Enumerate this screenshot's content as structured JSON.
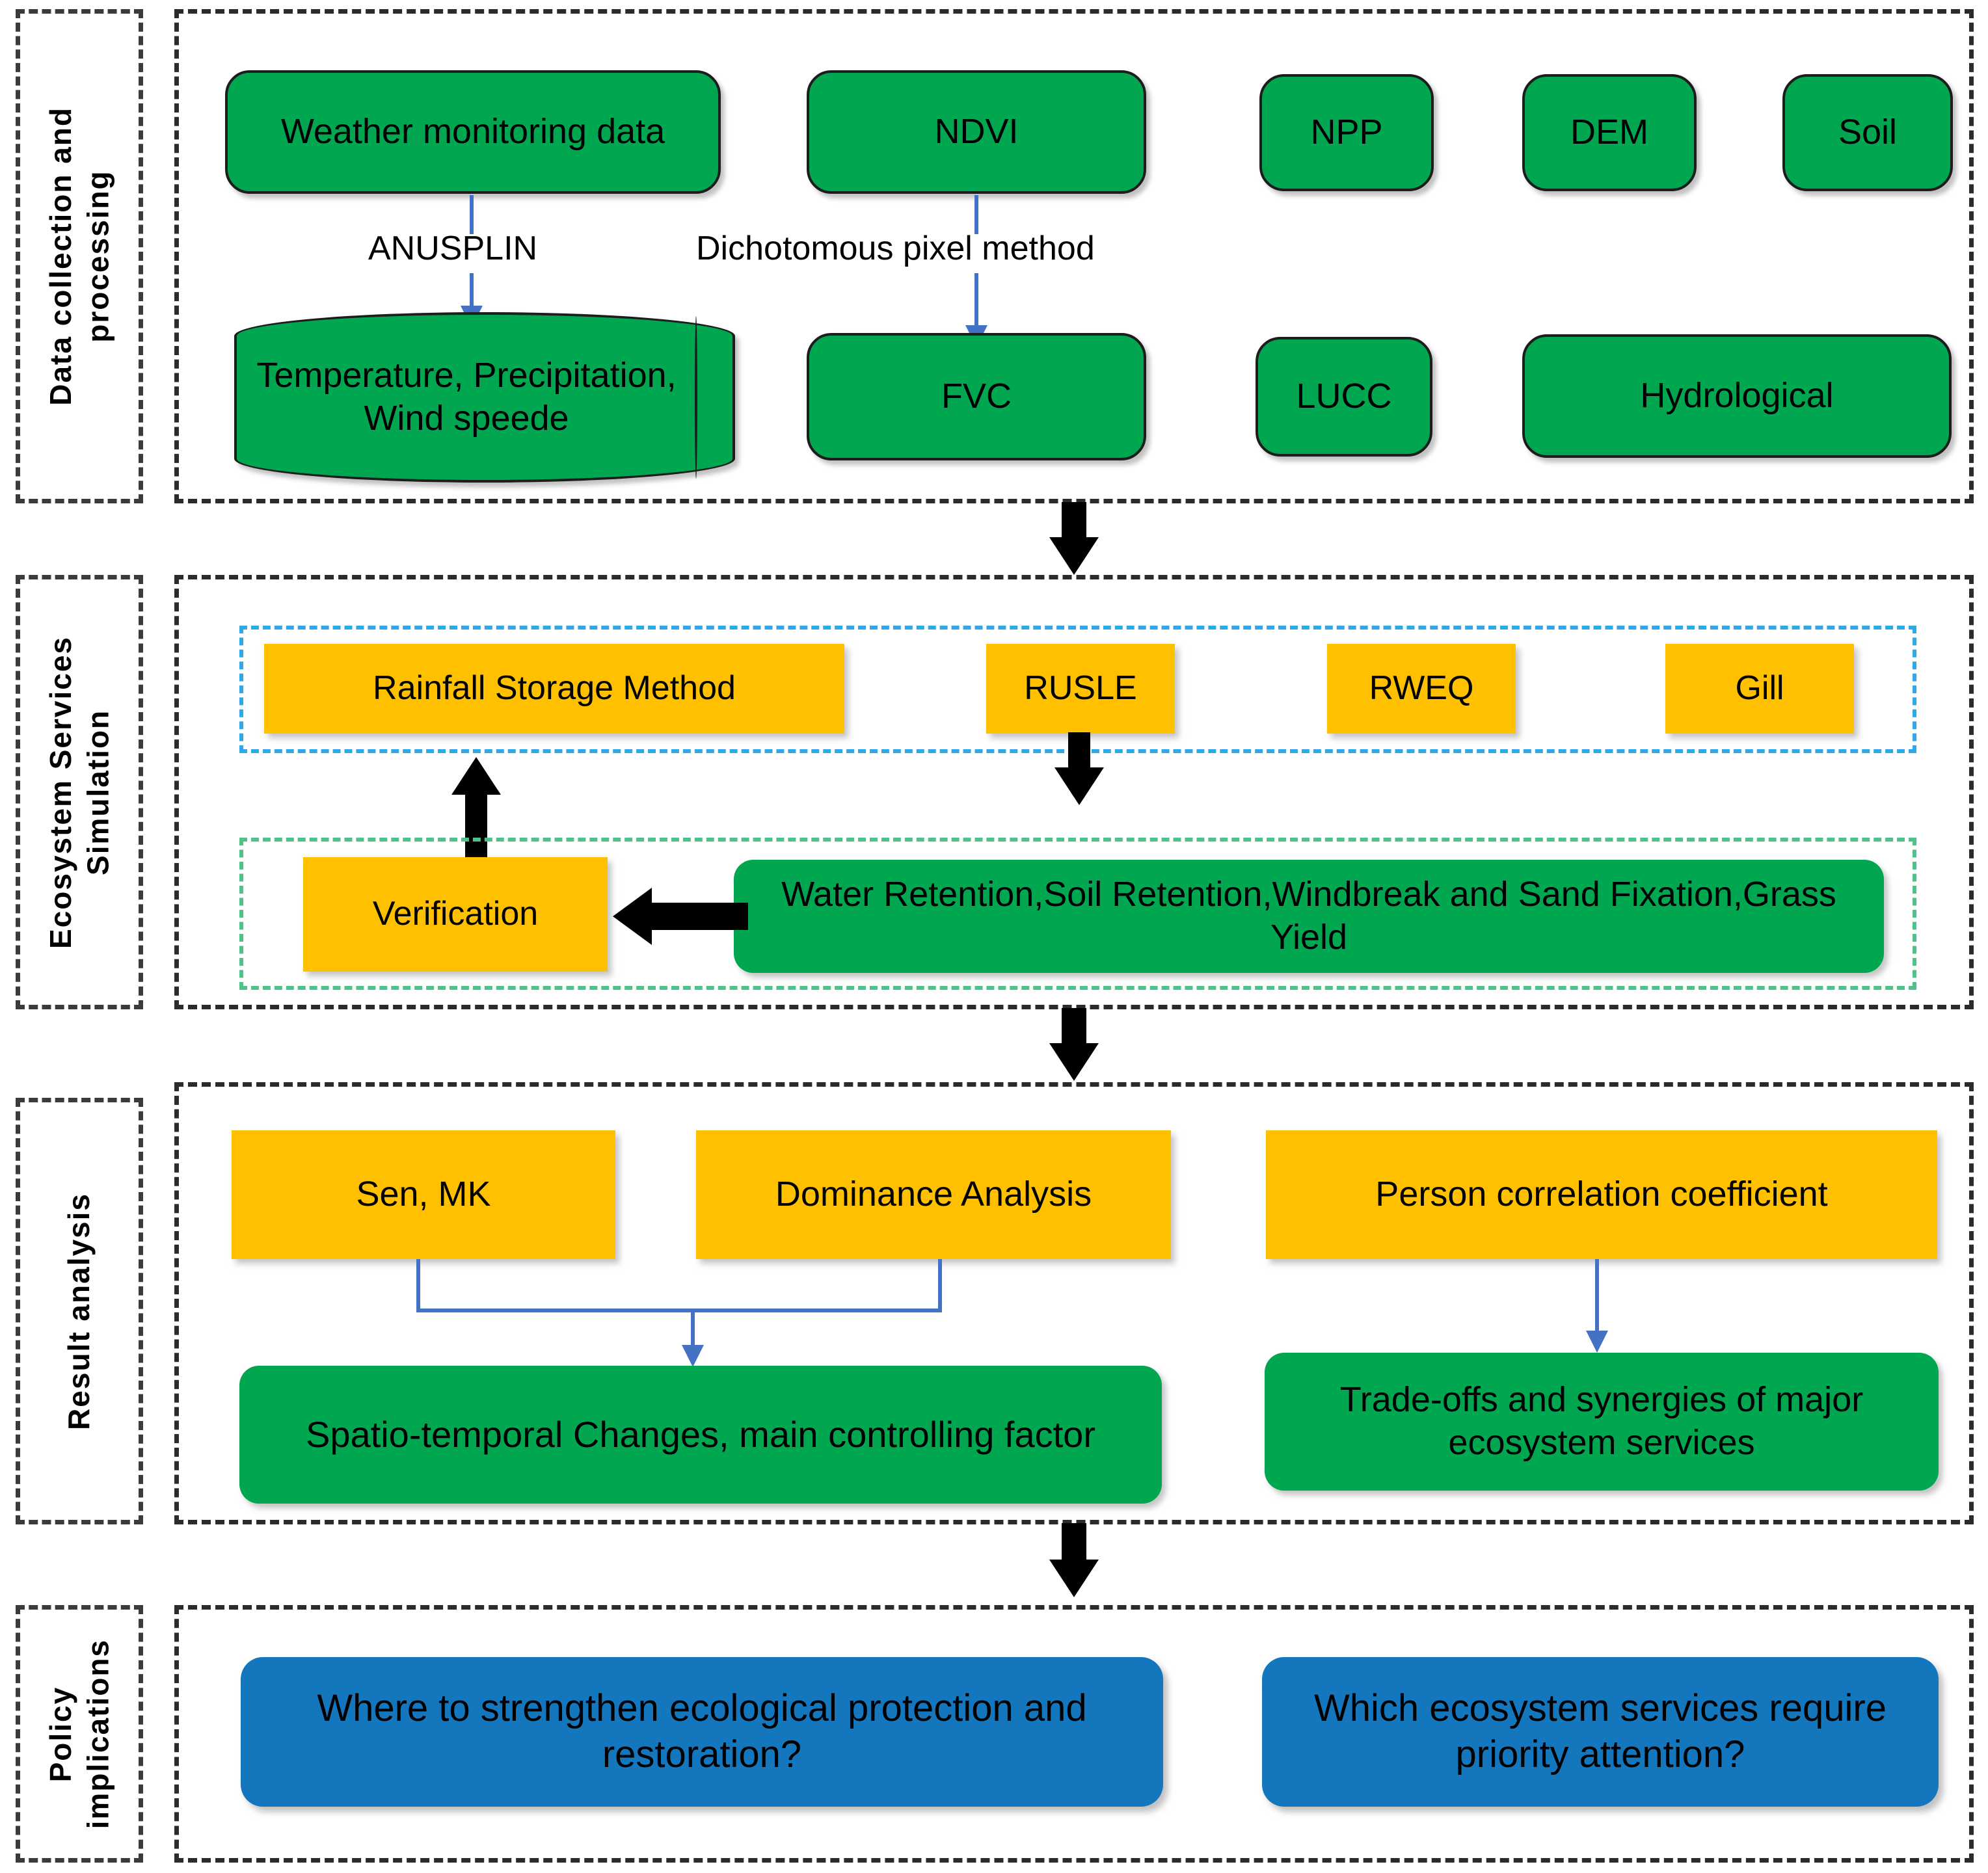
{
  "diagram": {
    "title": "Research framework flowchart",
    "colors": {
      "green": "#00A650",
      "yellow": "#FFC000",
      "blue": "#1476BC",
      "connector_blue": "#4372C4",
      "subframe_blue": "#2FA8E8",
      "subframe_green": "#4FC287",
      "frame_dash": "#2b2b2b"
    }
  },
  "sections": [
    {
      "id": "data",
      "label": "Data collection and\nprocessing"
    },
    {
      "id": "simulation",
      "label": "Ecosystem Services\nSimulation"
    },
    {
      "id": "results",
      "label": "Result analysis"
    },
    {
      "id": "policy",
      "label": "Policy\nimplications"
    }
  ],
  "data_section": {
    "row1": [
      {
        "label": "Weather monitoring data"
      },
      {
        "label": "NDVI"
      },
      {
        "label": "NPP"
      },
      {
        "label": "DEM"
      },
      {
        "label": "Soil"
      }
    ],
    "row2": [
      {
        "label": "Temperature, Precipitation,  Wind speede"
      },
      {
        "label": "FVC"
      },
      {
        "label": "LUCC"
      },
      {
        "label": "Hydrological"
      }
    ],
    "connectors": [
      {
        "label": "ANUSPLIN"
      },
      {
        "label": "Dichotomous pixel method"
      }
    ]
  },
  "simulation_section": {
    "methods": [
      {
        "label": "Rainfall Storage Method"
      },
      {
        "label": "RUSLE"
      },
      {
        "label": "RWEQ"
      },
      {
        "label": "Gill"
      }
    ],
    "outputs": [
      {
        "label": "Verification"
      },
      {
        "label": "Water Retention,Soil Retention,Windbreak and Sand Fixation,Grass Yield"
      }
    ]
  },
  "results_section": {
    "methods": [
      {
        "label": "Sen, MK"
      },
      {
        "label": "Dominance Analysis"
      },
      {
        "label": "Person correlation coefficient"
      }
    ],
    "outcomes": [
      {
        "label": "Spatio-temporal Changes, main controlling factor"
      },
      {
        "label": "Trade-offs and synergies of major ecosystem services"
      }
    ]
  },
  "policy_section": {
    "questions": [
      {
        "label": "Where to strengthen ecological protection and restoration?"
      },
      {
        "label": "Which ecosystem services require priority attention?"
      }
    ]
  }
}
